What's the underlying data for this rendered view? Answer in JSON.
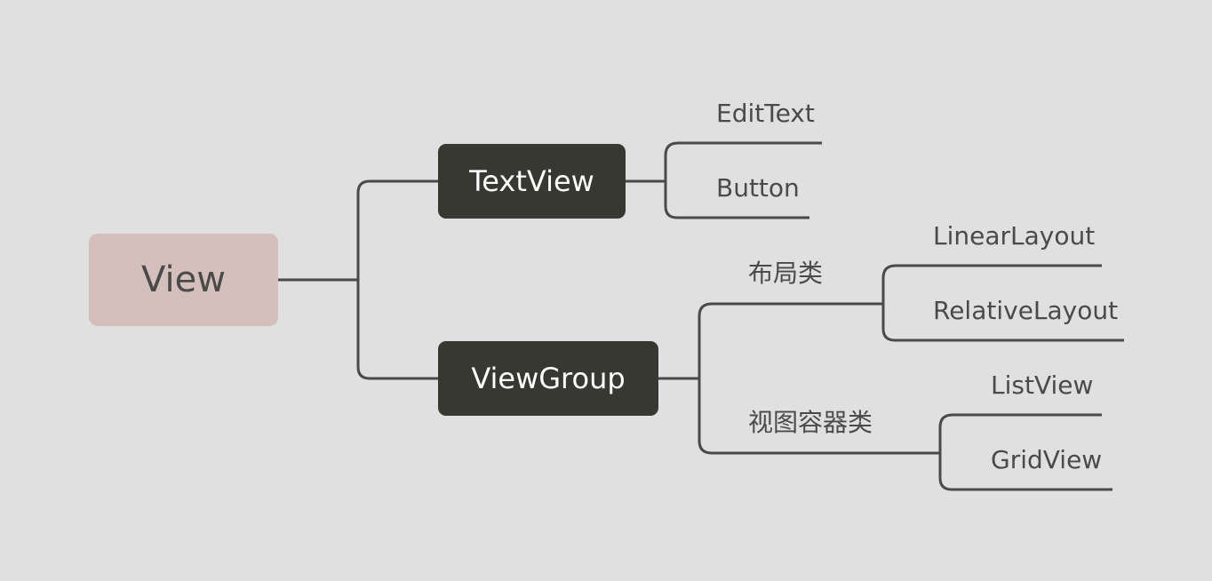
{
  "root": {
    "label": "View"
  },
  "branches": {
    "textview": {
      "label": "TextView",
      "children": [
        "EditText",
        "Button"
      ]
    },
    "viewgroup": {
      "label": "ViewGroup",
      "categories": {
        "layout": {
          "label": "布局类",
          "children": [
            "LinearLayout",
            "RelativeLayout"
          ]
        },
        "container": {
          "label": "视图容器类",
          "children": [
            "ListView",
            "GridView"
          ]
        }
      }
    }
  },
  "colors": {
    "background": "#e0e0e0",
    "root_fill": "#d4bfbc",
    "branch_fill": "#373832",
    "line": "#4a4a4a",
    "text_dark": "#4a4a4a",
    "text_light": "#ffffff"
  }
}
